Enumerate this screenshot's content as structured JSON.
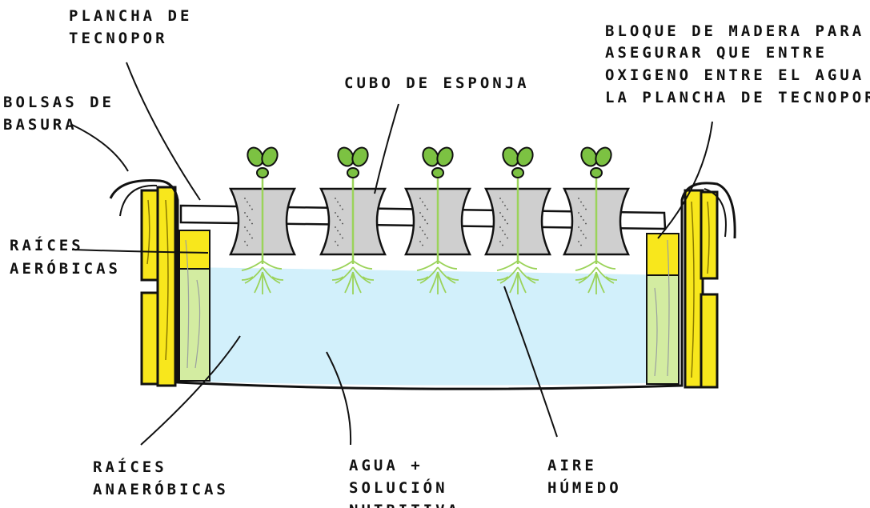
{
  "labels": {
    "plancha": [
      "PLANCHA DE",
      "TECNOPOR"
    ],
    "bolsas": [
      "BOLSAS DE",
      "BASURA"
    ],
    "raices_aerobicas": [
      "RAÍCES",
      "AERÓBICAS"
    ],
    "cubo": [
      "CUBO DE ESPONJA"
    ],
    "bloque": [
      "BLOQUE DE MADERA PARA",
      "ASEGURAR QUE ENTRE",
      "OXIGENO ENTRE EL AGUA Y",
      "LA PLANCHA DE TECNOPOR"
    ],
    "raices_anaerobicas": [
      "RAÍCES",
      "ANAERÓBICAS"
    ],
    "agua": [
      "AGUA +",
      "SOLUCIÓN",
      "NUTRITIVA"
    ],
    "aire": [
      "AIRE",
      "HÚMEDO"
    ]
  },
  "colors": {
    "water": "#d2f0fb",
    "wood": "#f8e71c",
    "wood_submerged": "#d3eca1",
    "sponge": "#cfcfcf",
    "leaf": "#7cc242",
    "root": "#9bd35a",
    "outline": "#111111"
  },
  "icons": {
    "plant": "seedling-icon",
    "sponge": "sponge-cube-icon",
    "wood": "wood-block-icon"
  }
}
